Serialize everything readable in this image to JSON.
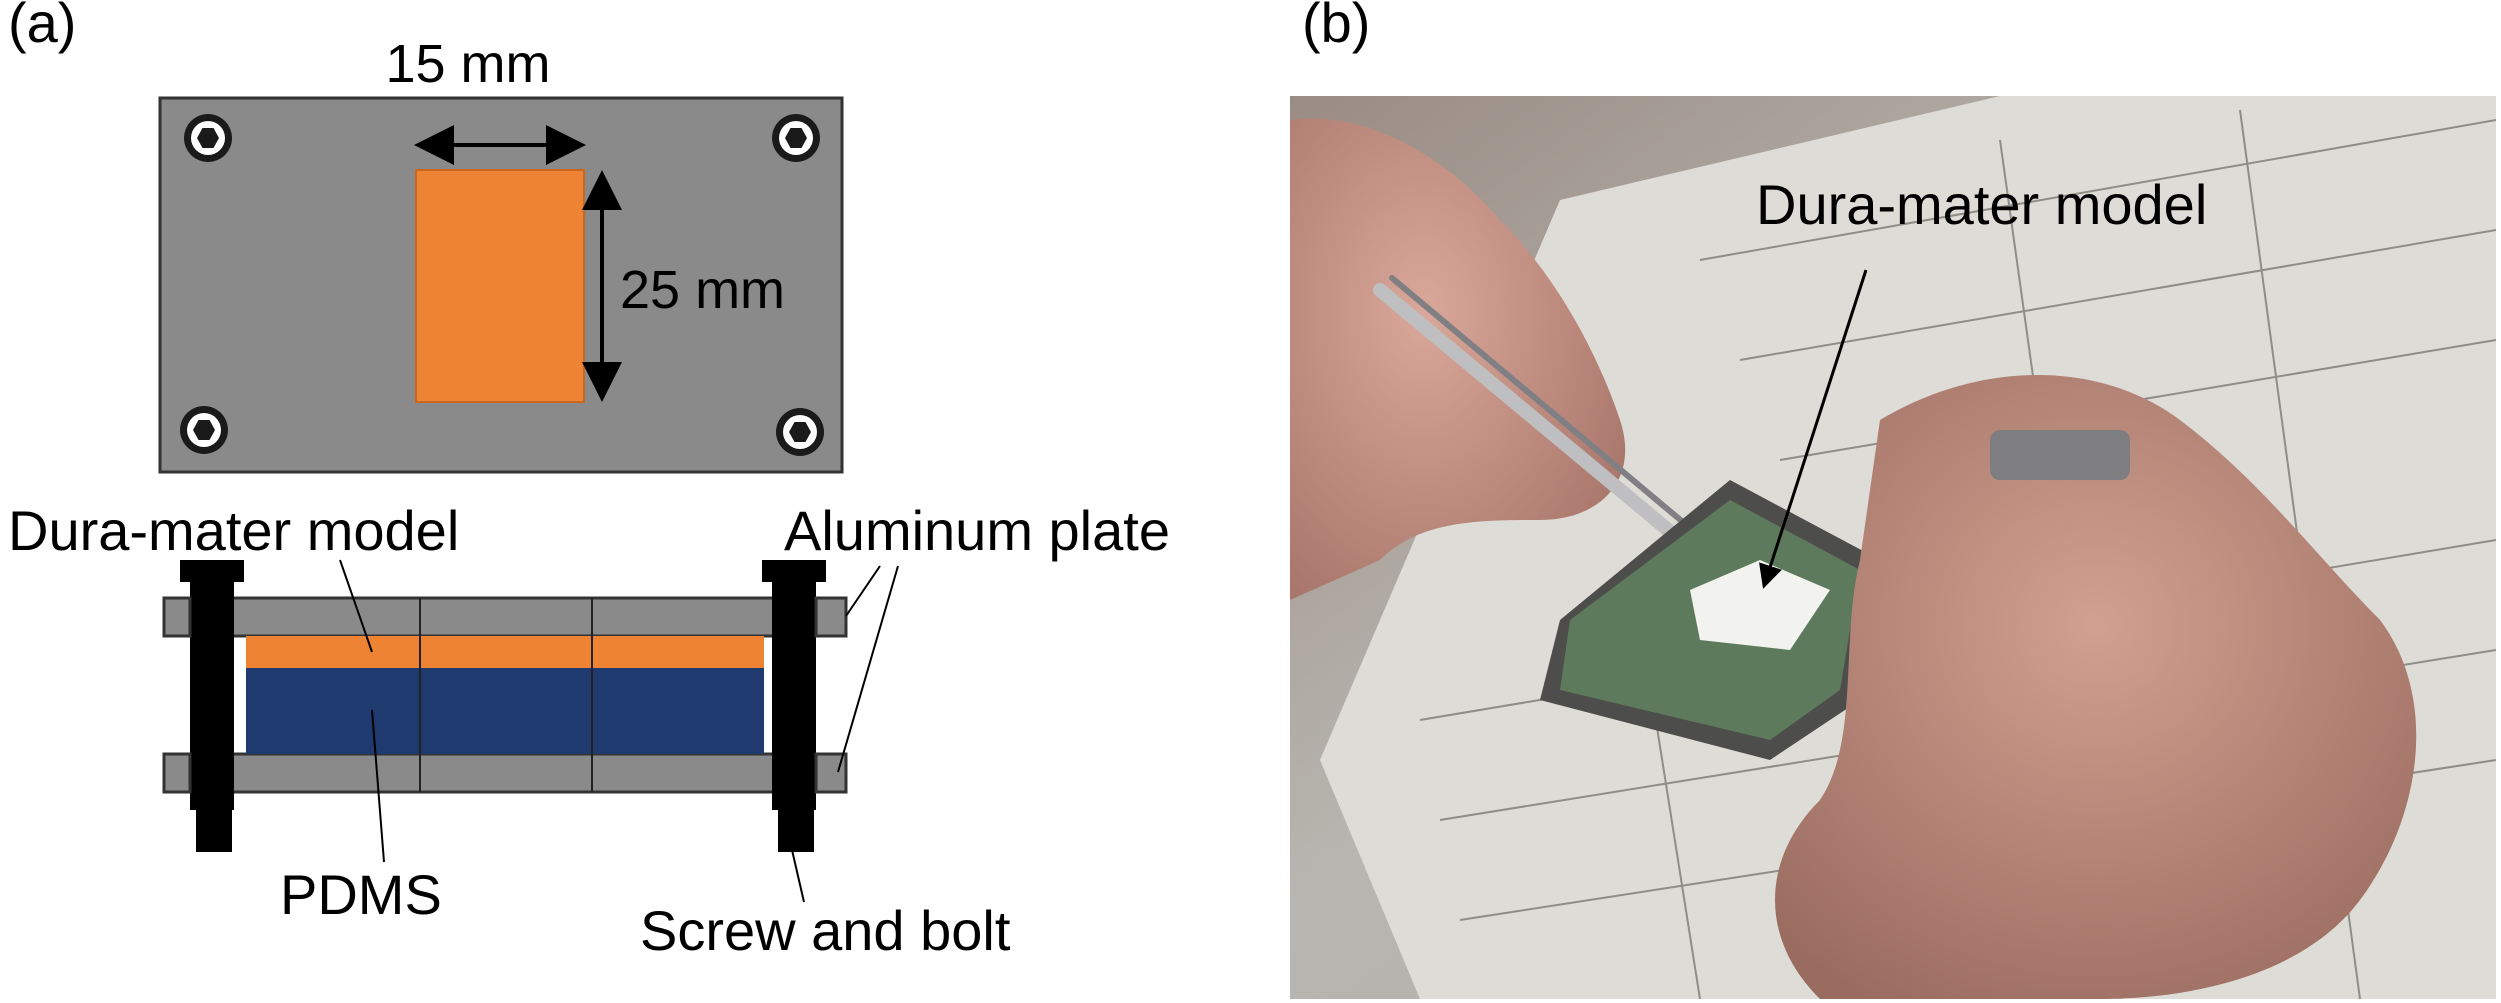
{
  "panel_a": {
    "label": "(a)",
    "top_view": {
      "width_dimension": "15 mm",
      "height_dimension": "25 mm"
    },
    "side_view": {
      "labels": {
        "dura_mater": "Dura-mater model",
        "aluminum": "Aluminum plate",
        "pdms": "PDMS",
        "screw": "Screw and bolt"
      }
    }
  },
  "panel_b": {
    "label": "(b)",
    "annotation": "Dura-mater model"
  },
  "colors": {
    "plate_gray": "#8a8a8a",
    "dura_orange": "#ee8433",
    "pdms_navy": "#1f3a6e",
    "bolt_black": "#000000"
  }
}
